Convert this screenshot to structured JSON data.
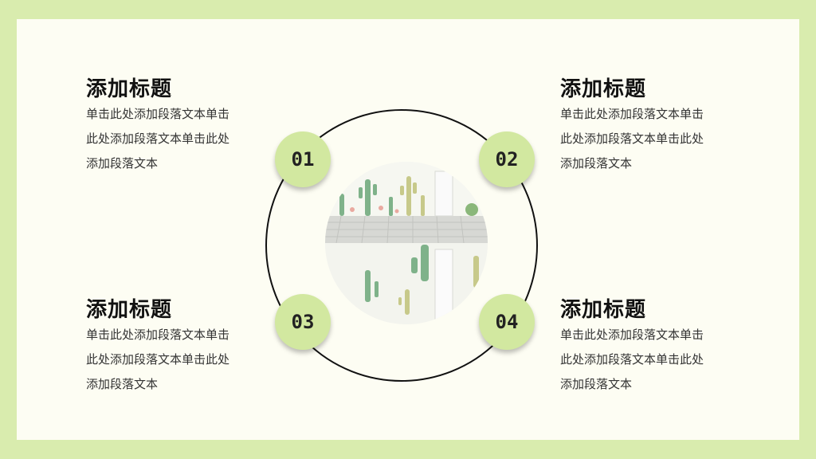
{
  "blocks": [
    {
      "id": "01",
      "title": "添加标题",
      "lines": [
        "单击此处添加段落文本单击",
        "此处添加段落文本单击此处",
        "添加段落文本"
      ]
    },
    {
      "id": "02",
      "title": "添加标题",
      "lines": [
        "单击此处添加段落文本单击",
        "此处添加段落文本单击此处",
        "添加段落文本"
      ]
    },
    {
      "id": "03",
      "title": "添加标题",
      "lines": [
        "单击此处添加段落文本单击",
        "此处添加段落文本单击此处",
        "添加段落文本"
      ]
    },
    {
      "id": "04",
      "title": "添加标题",
      "lines": [
        "单击此处添加段落文本单击",
        "此处添加段落文本单击此处",
        "添加段落文本"
      ]
    }
  ],
  "colors": {
    "frame": "#d9ecae",
    "background": "#fdfdf3",
    "badge": "#d2e8a0"
  }
}
